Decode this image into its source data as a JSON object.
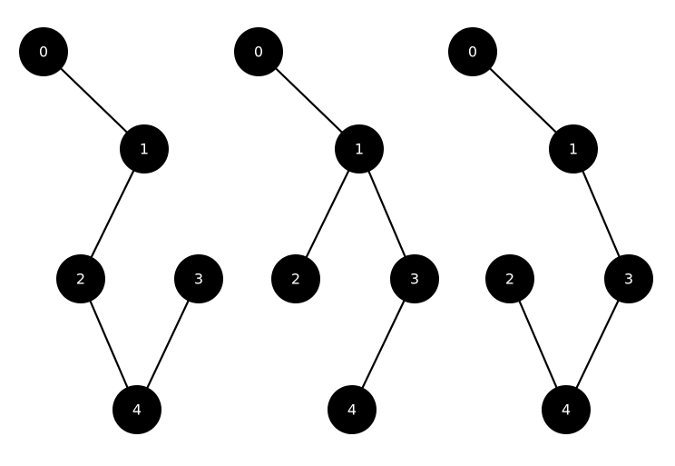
{
  "graphs": [
    {
      "nodes": [
        "0",
        "1",
        "2",
        "3",
        "4"
      ],
      "edges": [
        [
          "0",
          "1"
        ],
        [
          "1",
          "2"
        ],
        [
          "2",
          "4"
        ],
        [
          "3",
          "4"
        ]
      ]
    },
    {
      "nodes": [
        "0",
        "1",
        "2",
        "3",
        "4"
      ],
      "edges": [
        [
          "0",
          "1"
        ],
        [
          "1",
          "2"
        ],
        [
          "1",
          "3"
        ],
        [
          "3",
          "4"
        ]
      ]
    },
    {
      "nodes": [
        "0",
        "1",
        "2",
        "3",
        "4"
      ],
      "edges": [
        [
          "0",
          "1"
        ],
        [
          "1",
          "3"
        ],
        [
          "2",
          "4"
        ],
        [
          "3",
          "4"
        ]
      ]
    }
  ],
  "colors": {
    "node_fill": "#000000",
    "node_text": "#ffffff",
    "edge": "#000000",
    "background": "#ffffff"
  }
}
